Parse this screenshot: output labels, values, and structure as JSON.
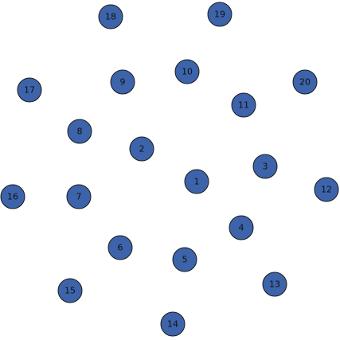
{
  "diagram": {
    "node_fill": "#3d64aa",
    "node_stroke": "#1a1a1a",
    "label_color": "#111111",
    "nodes": [
      {
        "label": "1"
      },
      {
        "label": "2"
      },
      {
        "label": "3"
      },
      {
        "label": "4"
      },
      {
        "label": "5"
      },
      {
        "label": "6"
      },
      {
        "label": "7"
      },
      {
        "label": "8"
      },
      {
        "label": "9"
      },
      {
        "label": "10"
      },
      {
        "label": "11"
      },
      {
        "label": "12"
      },
      {
        "label": "13"
      },
      {
        "label": "14"
      },
      {
        "label": "15"
      },
      {
        "label": "16"
      },
      {
        "label": "17"
      },
      {
        "label": "18"
      },
      {
        "label": "19"
      },
      {
        "label": "20"
      }
    ]
  }
}
